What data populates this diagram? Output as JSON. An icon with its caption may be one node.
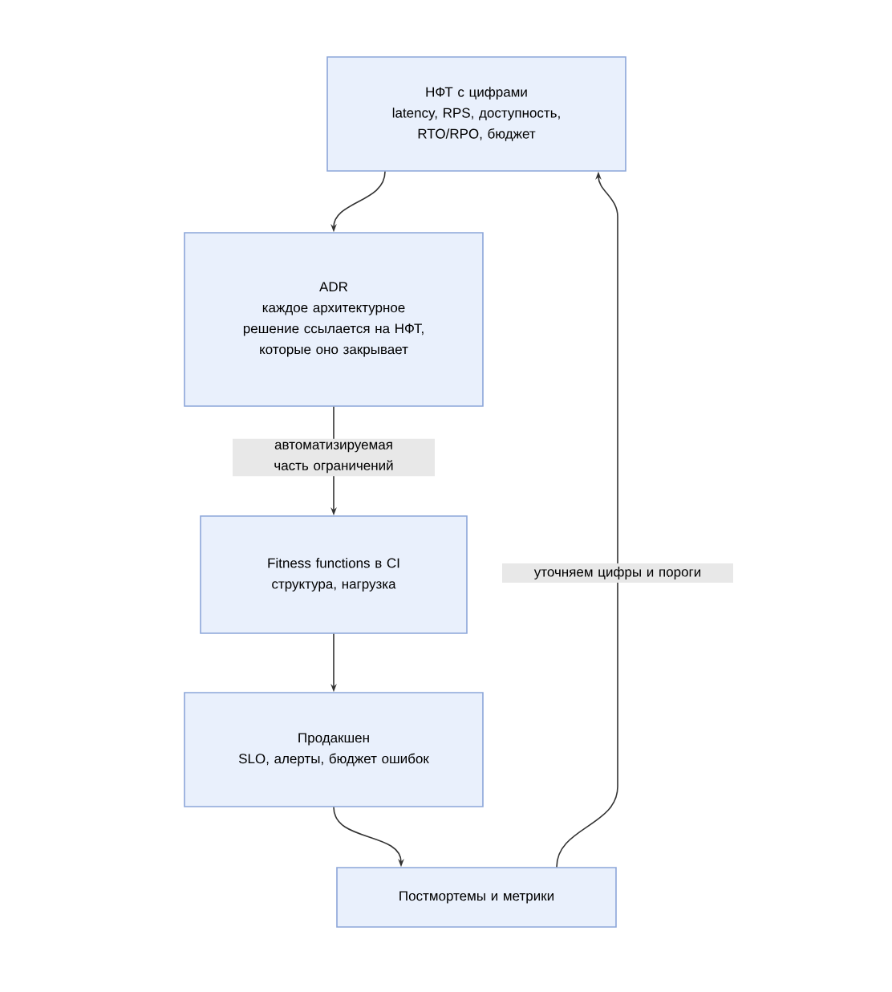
{
  "diagram": {
    "nodes": [
      {
        "text": [
          "НФТ с цифрами",
          "latency, RPS, доступность, RTO/RPO, бюджет"
        ]
      },
      {
        "text": [
          "ADR",
          "каждое архитектурное решение ссылается на НФТ, которые оно закрывает"
        ]
      },
      {
        "text": [
          "Fitness functions в CI",
          "структура, нагрузка"
        ]
      },
      {
        "text": [
          "Продакшен",
          "SLO, алерты, бюджет ошибок"
        ]
      },
      {
        "text": [
          "Постмортемы и метрики"
        ]
      }
    ],
    "edges": [
      {
        "from": 0,
        "to": 1,
        "arrow": "to"
      },
      {
        "from": 1,
        "to": 2,
        "arrow": "to",
        "label": "автоматизируемая часть ограничений"
      },
      {
        "from": 2,
        "to": 3,
        "arrow": "to"
      },
      {
        "from": 3,
        "to": 4,
        "arrow": "to"
      },
      {
        "from": 4,
        "to": 0,
        "arrow": "to",
        "label": "уточняем цифры и пороги"
      }
    ]
  }
}
